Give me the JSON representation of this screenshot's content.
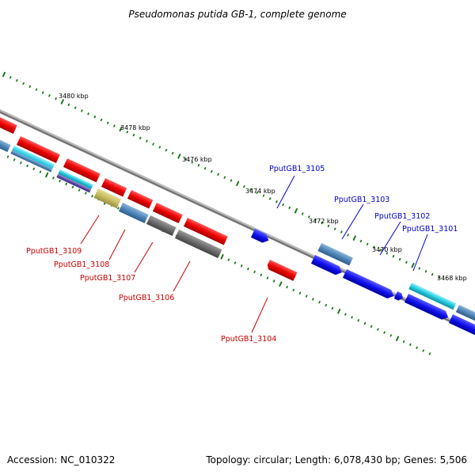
{
  "title": "Pseudomonas putida GB-1, complete genome",
  "footer": {
    "accession": "Accession: NC_010322",
    "summary": "Topology: circular; Length: 6,078,430 bp; Genes: 5,506"
  },
  "colors": {
    "forward_label": "#0000cc",
    "reverse_label": "#cc0000",
    "ticks": "#1a7a1a",
    "backbone": "#808080"
  },
  "scale_labels": [
    "3480 kbp",
    "3478 kbp",
    "3476 kbp",
    "3474 kbp",
    "3472 kbp",
    "3470 kbp",
    "3468 kbp"
  ],
  "gene_labels": {
    "forward": [
      "PputGB1_3105",
      "PputGB1_3103",
      "PputGB1_3102",
      "PputGB1_3101"
    ],
    "reverse": [
      "PputGB1_3109",
      "PputGB1_3108",
      "PputGB1_3107",
      "PputGB1_3106",
      "PputGB1_3104"
    ]
  }
}
